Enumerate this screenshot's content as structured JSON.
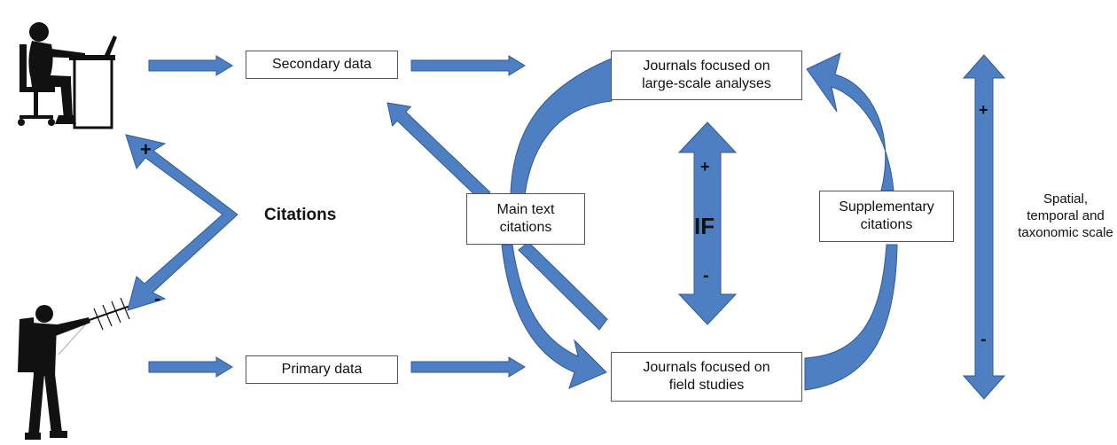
{
  "colors": {
    "arrow_fill": "#4f7fc3",
    "arrow_stroke": "#2e5a96",
    "silhouette": "#111111",
    "box_border": "#555555"
  },
  "icons": {
    "top_figure": "person-at-computer-icon",
    "bottom_figure": "field-researcher-with-antenna-icon"
  },
  "boxes": {
    "secondary_data": "Secondary data",
    "primary_data": "Primary data",
    "journals_large": [
      "Journals focused on",
      "large-scale analyses"
    ],
    "journals_field": [
      "Journals focused on",
      "field studies"
    ],
    "main_text": [
      "Main text",
      "citations"
    ],
    "supplementary": [
      "Supplementary",
      "citations"
    ]
  },
  "labels": {
    "citations": "Citations",
    "if": "IF",
    "plus": "+",
    "minus": "-",
    "scale": [
      "Spatial,",
      "temporal and",
      "taxonomic scale"
    ]
  }
}
